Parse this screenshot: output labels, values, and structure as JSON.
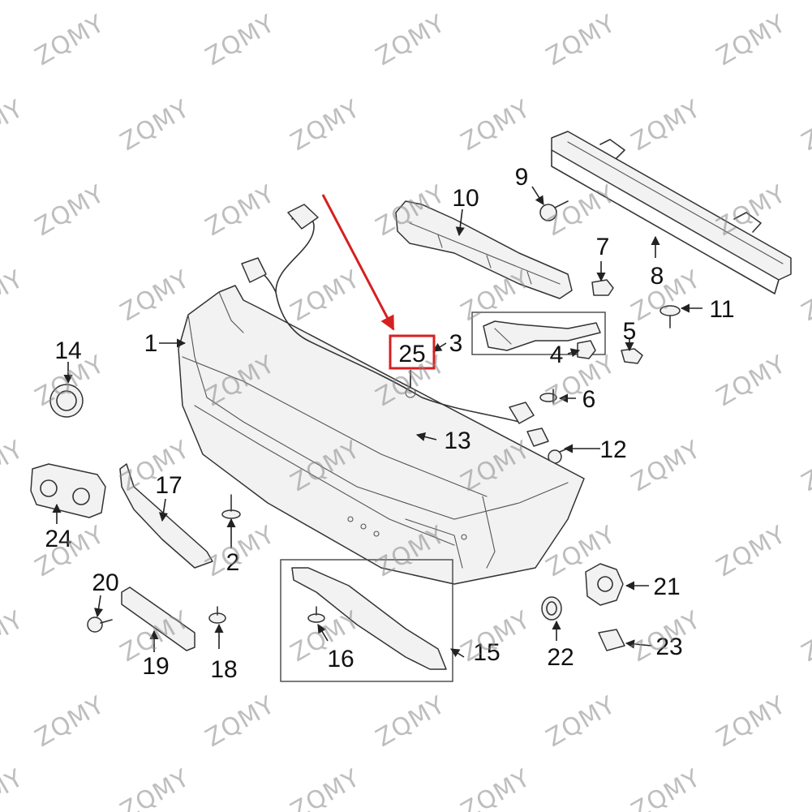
{
  "watermark": {
    "text": "ZQMY"
  },
  "highlight": {
    "label": "25",
    "color": "#d62020"
  },
  "callouts": {
    "c1": "1",
    "c2": "2",
    "c3": "3",
    "c4": "4",
    "c5": "5",
    "c6": "6",
    "c7": "7",
    "c8": "8",
    "c9": "9",
    "c10": "10",
    "c11": "11",
    "c12": "12",
    "c13": "13",
    "c14": "14",
    "c15": "15",
    "c16": "16",
    "c17": "17",
    "c18": "18",
    "c19": "19",
    "c20": "20",
    "c21": "21",
    "c22": "22",
    "c23": "23",
    "c24": "24"
  }
}
